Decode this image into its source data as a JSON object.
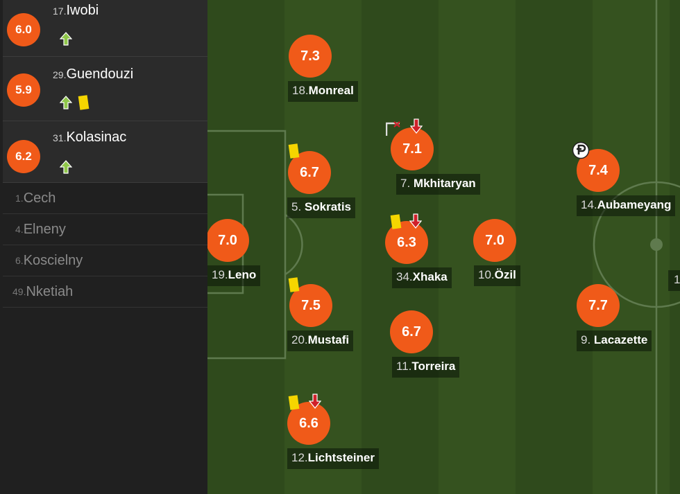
{
  "colors": {
    "rating": "#f05a19",
    "sub_up_arrow": "#8fc64a",
    "sub_down_arrow": "#d0202a",
    "yellow_card": "#f5d500"
  },
  "substitutes_used": [
    {
      "number": "17.",
      "name": "Iwobi",
      "rating": "6.0",
      "icons": [
        "sub-in-arrow-icon"
      ]
    },
    {
      "number": "29.",
      "name": "Guendouzi",
      "rating": "5.9",
      "icons": [
        "sub-in-arrow-icon",
        "yellow-card-icon"
      ]
    },
    {
      "number": "31.",
      "name": "Kolasinac",
      "rating": "6.2",
      "icons": [
        "sub-in-arrow-icon"
      ]
    }
  ],
  "bench": [
    {
      "number": "1.",
      "name": "Cech"
    },
    {
      "number": "4.",
      "name": "Elneny"
    },
    {
      "number": "6.",
      "name": "Koscielny"
    },
    {
      "number": "49.",
      "name": "Nketiah"
    }
  ],
  "lineup": [
    {
      "number": "19.",
      "name": "Leno",
      "rating": "7.0",
      "icons": []
    },
    {
      "number": "18.",
      "name": "Monreal",
      "rating": "7.3",
      "icons": []
    },
    {
      "number": "5. ",
      "name": "Sokratis",
      "rating": "6.7",
      "icons": [
        "yellow-card-icon"
      ]
    },
    {
      "number": "20.",
      "name": "Mustafi",
      "rating": "7.5",
      "icons": [
        "yellow-card-icon"
      ]
    },
    {
      "number": "12.",
      "name": "Lichtsteiner",
      "rating": "6.6",
      "icons": [
        "yellow-card-icon",
        "sub-out-arrow-icon"
      ]
    },
    {
      "number": "7. ",
      "name": "Mkhitaryan",
      "rating": "7.1",
      "icons": [
        "missed-chance-icon",
        "sub-out-arrow-icon"
      ]
    },
    {
      "number": "34.",
      "name": "Xhaka",
      "rating": "6.3",
      "icons": [
        "yellow-card-icon",
        "sub-out-arrow-icon"
      ]
    },
    {
      "number": "11.",
      "name": "Torreira",
      "rating": "6.7",
      "icons": []
    },
    {
      "number": "10.",
      "name": "Özil",
      "rating": "7.0",
      "icons": []
    },
    {
      "number": "14.",
      "name": "Aubameyang",
      "rating": "7.4",
      "icons": [
        "penalty-goal-icon"
      ]
    },
    {
      "number": "9. ",
      "name": "Lacazette",
      "rating": "7.7",
      "icons": []
    }
  ],
  "edge_fragment": "1"
}
